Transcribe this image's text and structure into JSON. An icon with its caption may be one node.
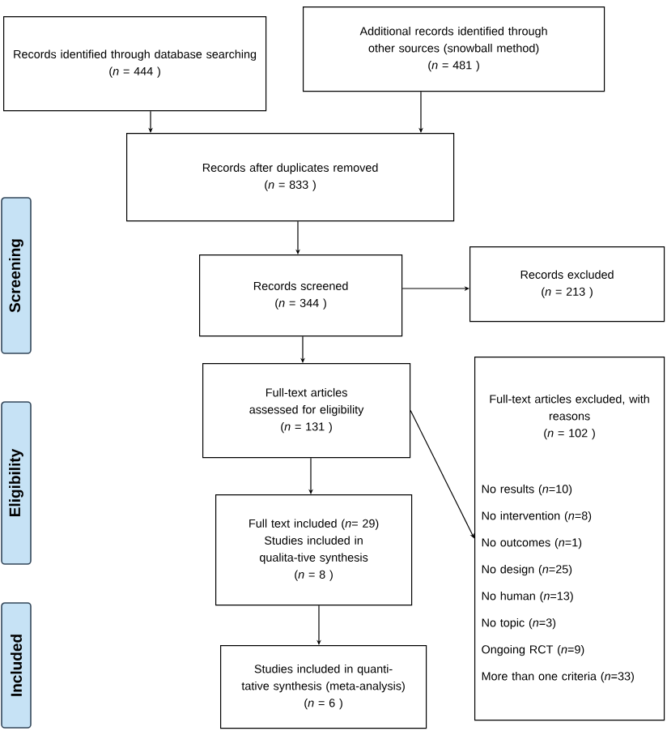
{
  "diagram": {
    "nodes": [
      {
        "text": [
          "Records identified through database searching",
          "(*n* = 444 )"
        ]
      },
      {
        "text": [
          "Additional records identified through other sources (snowball method)",
          "(*n* = 481 )"
        ]
      },
      {
        "text": [
          "Records after duplicates removed",
          "(*n* = 833 )"
        ]
      },
      {
        "text": [
          "Records screened",
          "(*n* = 344 )"
        ]
      },
      {
        "text": [
          "Records excluded",
          "(*n* = 213 )"
        ]
      },
      {
        "text": [
          "Full-text articles assessed for eligibility",
          "(*n* = 131 )"
        ]
      },
      {
        "text": [
          "Full-text articles excluded, with reasons",
          "(*n* = 102 )",
          "No results (*n*=10)",
          "No intervention (*n*=8)",
          "No outcomes (*n*=1)",
          "No design (*n*=25)",
          "No human (*n*=13)",
          "No topic (*n*=3)",
          "Ongoing RCT (*n*=9)",
          "More than one criteria (*n*=33)"
        ]
      },
      {
        "text": [
          "Full text included (*n*= 29)",
          "Studies included in qualita-tive synthesis",
          "(*n* = 8 )"
        ]
      },
      {
        "text": [
          "Studies included in quanti-tative synthesis (meta-analysis)",
          "(*n* = 6 )"
        ]
      },
      {
        "text": [
          "Screening"
        ]
      },
      {
        "text": [
          "Eligibility"
        ]
      },
      {
        "text": [
          "Included"
        ]
      }
    ],
    "edges": [
      {
        "from": 0,
        "to": 2,
        "arrow": "to"
      },
      {
        "from": 1,
        "to": 2,
        "arrow": "to"
      },
      {
        "from": 2,
        "to": 3,
        "arrow": "to"
      },
      {
        "from": 3,
        "to": 4,
        "arrow": "to"
      },
      {
        "from": 3,
        "to": 5,
        "arrow": "to"
      },
      {
        "from": 5,
        "to": 6,
        "arrow": "to"
      },
      {
        "from": 5,
        "to": 7,
        "arrow": "to"
      },
      {
        "from": 7,
        "to": 8,
        "arrow": "to"
      }
    ]
  }
}
